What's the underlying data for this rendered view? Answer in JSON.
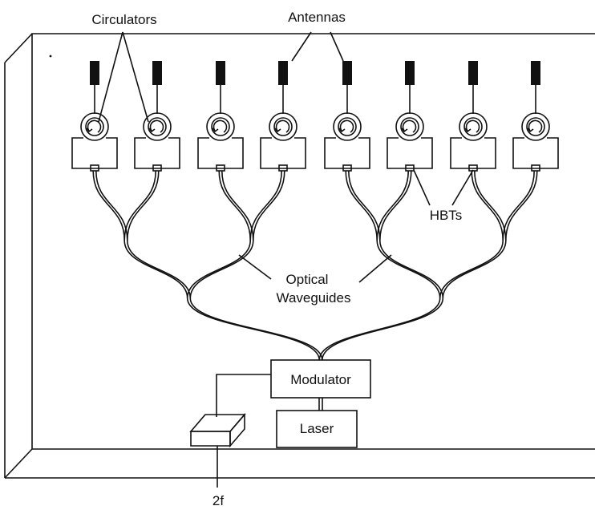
{
  "labels": {
    "circulators": "Circulators",
    "antennas": "Antennas",
    "hbts": "HBTs",
    "optical": "Optical",
    "waveguides": "Waveguides",
    "modulator": "Modulator",
    "laser": "Laser",
    "input": "2f"
  },
  "element_count": 8
}
